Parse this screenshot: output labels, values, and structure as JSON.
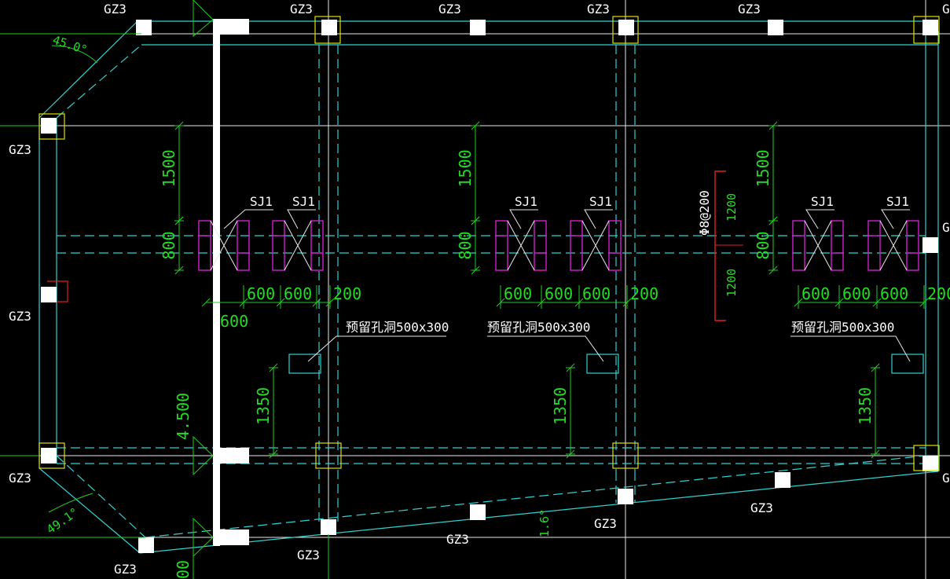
{
  "column_label": "GZ3",
  "column_label_cut": "G",
  "opening_label": "SJ1",
  "opening_note": "预留孔洞500x300",
  "rebar_note": "Φ8@200",
  "dims": {
    "d1500": "1500",
    "d800": "800",
    "d600": "600",
    "d200": "200",
    "d1350": "1350",
    "d1200": "1200",
    "elev": "4.500",
    "cut00": "00"
  },
  "angles": {
    "a45": "45.0°",
    "a49": "49.1°",
    "a16": "1.6°"
  },
  "colors": {
    "background": "#000000",
    "wall": "#2fd2d2",
    "dimension": "#22dd22",
    "opening": "#d020d0",
    "column_outline": "#e0e000",
    "annotation": "#ffffff",
    "rebar_marker": "#e02020"
  }
}
